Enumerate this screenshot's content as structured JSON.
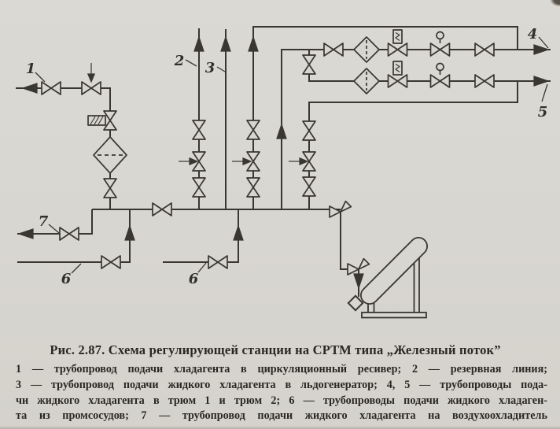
{
  "figure": {
    "caption": "Рис. 2.87. Схема регулирующей станции на СРТМ типа „Железный поток”",
    "legend_lines": [
      "1 — трубопровод подачи хладагента в циркуляционный ресивер; 2 — резервная линия;",
      "3 — трубопровод подачи жидкого хладагента в льдогенератор; 4, 5 — трубопроводы пода-",
      "чи жидкого хладагента в трюм 1 и трюм 2; 6 — трубопроводы подачи жидкого хладаген-",
      "та из промсосудов; 7 — трубопровод подачи жидкого хладагента на воздухоохладитель"
    ]
  },
  "diagram": {
    "pipe_labels": {
      "line1": "1",
      "line2": "2",
      "line3": "3",
      "line4": "4",
      "line5": "5",
      "line6a": "6",
      "line6b": "6",
      "line7": "7"
    },
    "symbols": {
      "shutoff_valve": "bowtie-valve",
      "regulating_valve": "bowtie-valve-with-handwheel-circle",
      "solenoid_valve": "bowtie-valve-with-coil-box",
      "filter_drier": "diamond-with-dashed-centerline",
      "angle_valve": "corner-double-triangle-valve",
      "flow_arrow": "solid-triangle-arrow",
      "receiver": "inclined-cylindrical-vessel-on-stand"
    },
    "colors": {
      "paper": "#d8d6d0",
      "ink": "#3a3733",
      "text": "#2b2823"
    }
  }
}
